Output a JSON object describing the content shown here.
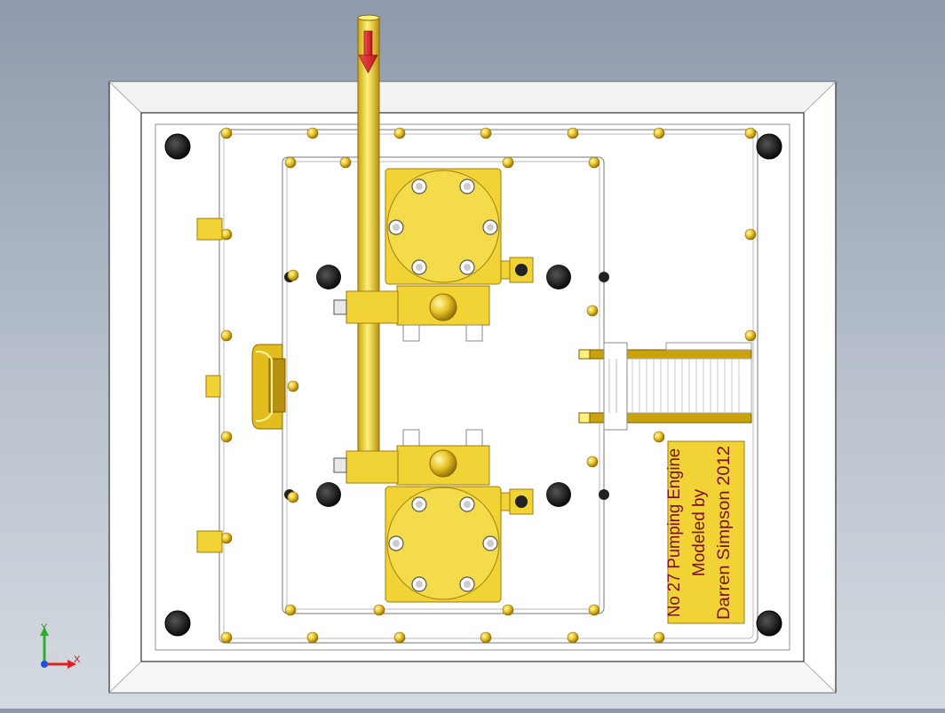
{
  "viewport": {
    "background": [
      "#8e9aac",
      "#d4dae1"
    ],
    "colors": {
      "brass": "#f1d335",
      "brass_edge": "#a07e10",
      "frame": "#ffffff",
      "plaque_text": "#7a1020",
      "arrow": "#e23232"
    }
  },
  "plaque": {
    "line1": "No 27 Pumping Engine",
    "line2": "Modeled by",
    "line3": "Darren Simpson 2012"
  },
  "triad": {
    "x_label": "X",
    "y_label": "Y"
  },
  "icons": {
    "direction": "red-arrow-icon",
    "triad": "axis-triad-icon"
  }
}
